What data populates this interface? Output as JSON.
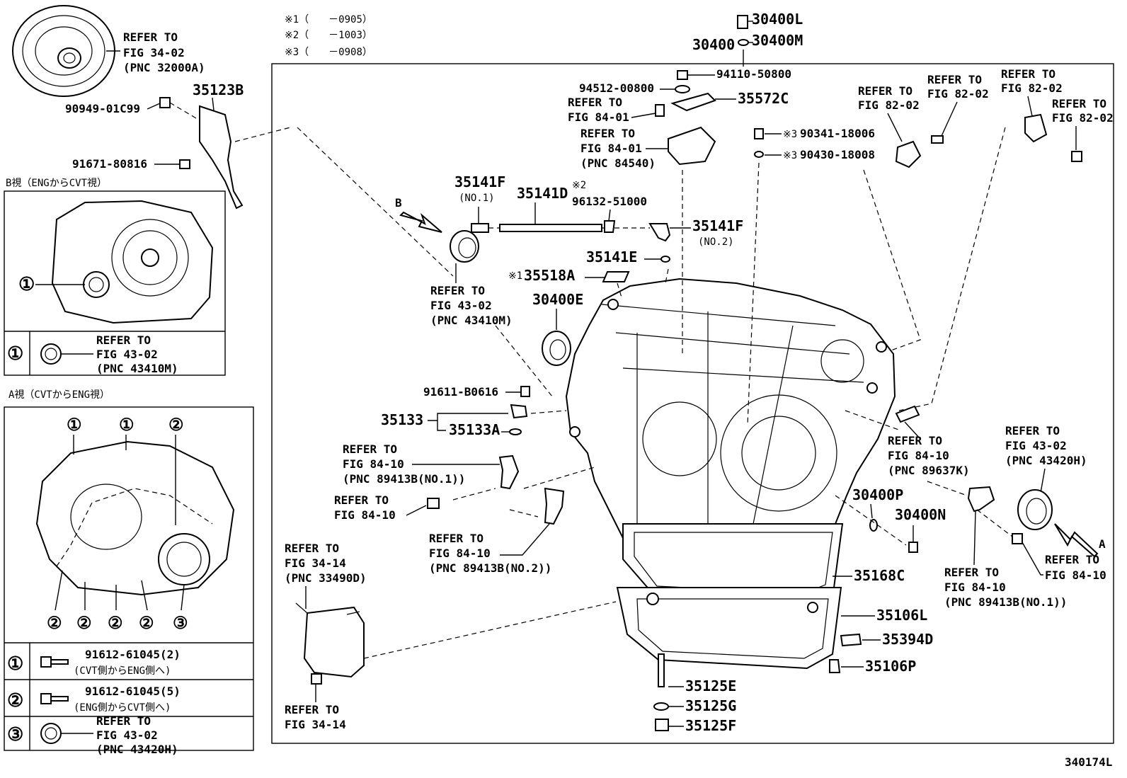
{
  "diagram_id": "340174L",
  "notes": [
    "※1（　　－0905）",
    "※2（　　－1003）",
    "※3（　　－0908）"
  ],
  "parts": {
    "p30400L": "30400L",
    "p30400M": "30400M",
    "p30400": "30400",
    "p94110": "94110-50800",
    "p94512": "94512-00800",
    "p35572C": "35572C",
    "p90341": "90341-18006",
    "p90430": "90430-18008",
    "p35141F1": "35141F",
    "p35141F1_sub": "(NO.1)",
    "p35141D": "35141D",
    "p96132": "96132-51000",
    "p35141F2": "35141F",
    "p35141F2_sub": "(NO.2)",
    "p35141E": "35141E",
    "p35518A": "35518A",
    "p30400E": "30400E",
    "p91611": "91611-B0616",
    "p35133": "35133",
    "p35133A": "35133A",
    "p30400P": "30400P",
    "p30400N": "30400N",
    "p35168C": "35168C",
    "p35106L": "35106L",
    "p35394D": "35394D",
    "p35106P": "35106P",
    "p35125E": "35125E",
    "p35125G": "35125G",
    "p35125F": "35125F",
    "p35123B": "35123B",
    "p90949": "90949-01C99",
    "p91671": "91671-80816",
    "mark1": "※1",
    "mark2": "※2",
    "mark3a": "※3",
    "mark3b": "※3"
  },
  "refs": {
    "r_torque": [
      "REFER TO",
      "FIG 34-02",
      "(PNC 32000A)"
    ],
    "r_8401a": [
      "REFER TO",
      "FIG 84-01"
    ],
    "r_8401b": [
      "REFER TO",
      "FIG 84-01",
      "(PNC 84540)"
    ],
    "r_8202a": [
      "REFER TO",
      "FIG 82-02"
    ],
    "r_8202b": [
      "REFER TO",
      "FIG 82-02"
    ],
    "r_8202c": [
      "REFER TO",
      "FIG 82-02"
    ],
    "r_8202d": [
      "REFER TO",
      "FIG 82-02"
    ],
    "r_4302m": [
      "REFER TO",
      "FIG 43-02",
      "(PNC 43410M)"
    ],
    "r_8410_1": [
      "REFER TO",
      "FIG 84-10",
      "(PNC 89413B(NO.1))"
    ],
    "r_8410_bolt": [
      "REFER TO",
      "FIG 84-10"
    ],
    "r_8410_2": [
      "REFER TO",
      "FIG 84-10",
      "(PNC 89413B(NO.2))"
    ],
    "r_8410_637": [
      "REFER TO",
      "FIG 84-10",
      "(PNC 89637K)"
    ],
    "r_4302h": [
      "REFER TO",
      "FIG 43-02",
      "(PNC 43420H)"
    ],
    "r_8410_right_bolt": [
      "REFER TO",
      "FIG 84-10"
    ],
    "r_8410_right": [
      "REFER TO",
      "FIG 84-10",
      "(PNC 89413B(NO.1))"
    ],
    "r_3414a": [
      "REFER TO",
      "FIG 34-14",
      "(PNC 33490D)"
    ],
    "r_3414b": [
      "REFER TO",
      "FIG 34-14"
    ]
  },
  "arrows": {
    "b": "B",
    "a": "A"
  },
  "view_b": {
    "title": "B視（ENGからCVT視）",
    "callout": "①",
    "legend_num": "①",
    "legend_text": [
      "REFER TO",
      "FIG 43-02",
      "(PNC 43410M)"
    ]
  },
  "view_a": {
    "title": "A視（CVTからENG視）",
    "c1": "①",
    "c2": "①",
    "c3": "②",
    "c4": "②",
    "c5": "②",
    "c6": "②",
    "c7": "②",
    "c8": "③",
    "rows": [
      {
        "num": "①",
        "part": "91612-61045(2)",
        "note": "(CVT側からENG側へ)"
      },
      {
        "num": "②",
        "part": "91612-61045(5)",
        "note": "(ENG側からCVT側へ)"
      },
      {
        "num": "③",
        "ref": [
          "REFER TO",
          "FIG 43-02",
          "(PNC 43420H)"
        ]
      }
    ]
  }
}
